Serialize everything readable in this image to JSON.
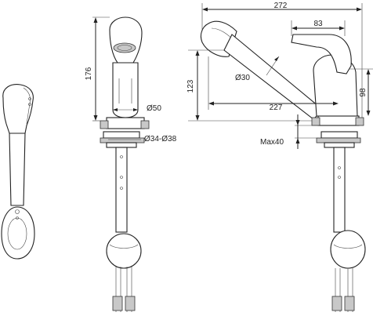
{
  "views": {
    "top": {
      "label": "top-view"
    },
    "front": {
      "height": "176",
      "body_dia": "Ø50",
      "hole_dia": "Ø34-Ø38"
    },
    "side": {
      "width_total": "272",
      "lever_len": "83",
      "hose_dia": "Ø30",
      "spout_height": "123",
      "spout_reach": "227",
      "body_height": "98",
      "deck_max": "Max40"
    }
  }
}
